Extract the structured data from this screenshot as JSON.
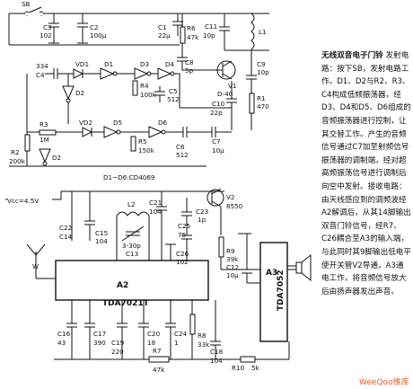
{
  "description": {
    "title": "无线双音电子门铃",
    "body": "发射电路：按下SB，发射电路工作。D1、D2与R2、R3、C4构成低频振荡器，经D3、D4和D5、D6组成的音频振荡器进行控制，让其交替工作。产生的音频信号通过C7加至射频信号振荡器的调制端，经对超高频振荡信号进行调制后向空中发射。接收电路：由天线感应到的调频波经A2解调后，从其14脚输出双音门铃信号，经R7、C26耦合至A3的输入端，与此同时其9脚输出低电平使开关管V2导通，A3通电工作，将音频信号放大后由扬声器发出声音。"
  },
  "tx_labels": {
    "sb": "SB",
    "c3": "C3",
    "c3v": "102",
    "c2": "C2",
    "c2v": "100μ",
    "c1": "C1",
    "c1v": "22μ",
    "r6": "R6",
    "r6v": "47k",
    "c11": "C11",
    "c11v": "10p",
    "l1": "L1",
    "c10": "C10",
    "c10v": "22p",
    "c8": "C8",
    "c8v": "5p",
    "c9": "C9",
    "c9v": "10p",
    "v1": "V1",
    "v1m": "D-40",
    "r1": "R1",
    "r1v": "470",
    "c4": "C4",
    "c4v": "334",
    "vd1": "VD1",
    "d1": "D1",
    "d2": "D2",
    "d3": "D3",
    "d4": "D4",
    "r4": "R4",
    "r4v": "100k",
    "c5": "C5",
    "c5v": "512",
    "r3": "R3",
    "r3v": "1M",
    "vd2": "VD2",
    "d5": "D5",
    "d6": "D6",
    "r2": "R2",
    "r2v": "200k",
    "r5": "R5",
    "r5v": "150k",
    "c6": "C6",
    "c6v": "512",
    "c7": "C7",
    "c7v": "10μ",
    "ic_note": "D1~D6:CD4069"
  },
  "rx_labels": {
    "vcc": "Vcc=4.5V",
    "c22": "C22",
    "c14": "C14",
    "c15": "C15",
    "c15v": "104",
    "l2": "L2",
    "c13": "C13",
    "c13v": "3-30p",
    "c21": "C21",
    "c21v": "104",
    "c23": "C23",
    "c23v": "1p",
    "c25": "C25",
    "c25v": "75",
    "v2": "V2",
    "v2m": "8550",
    "c26": "C26",
    "c26v": "102",
    "r9": "R9",
    "r9v": "39k",
    "c12": "C12",
    "c12v": "10μ",
    "w": "W",
    "a2": "A2",
    "a2m": "TDA7021T",
    "a3": "A3",
    "a3m": "TDA7052",
    "c16": "C16",
    "c16v": "43",
    "c17": "C17",
    "c17v": "390",
    "c19": "C19",
    "c19v": "220",
    "c20": "C20",
    "c20v": "18",
    "c24": "C24",
    "c24v": "1",
    "r8": "R8",
    "r8v": "33k",
    "r7": "R7",
    "r7v": "47k",
    "c18": "C18",
    "c18v": "104",
    "r10": "R10",
    "r10v": "5k"
  },
  "watermark": "WeeQoo维库"
}
